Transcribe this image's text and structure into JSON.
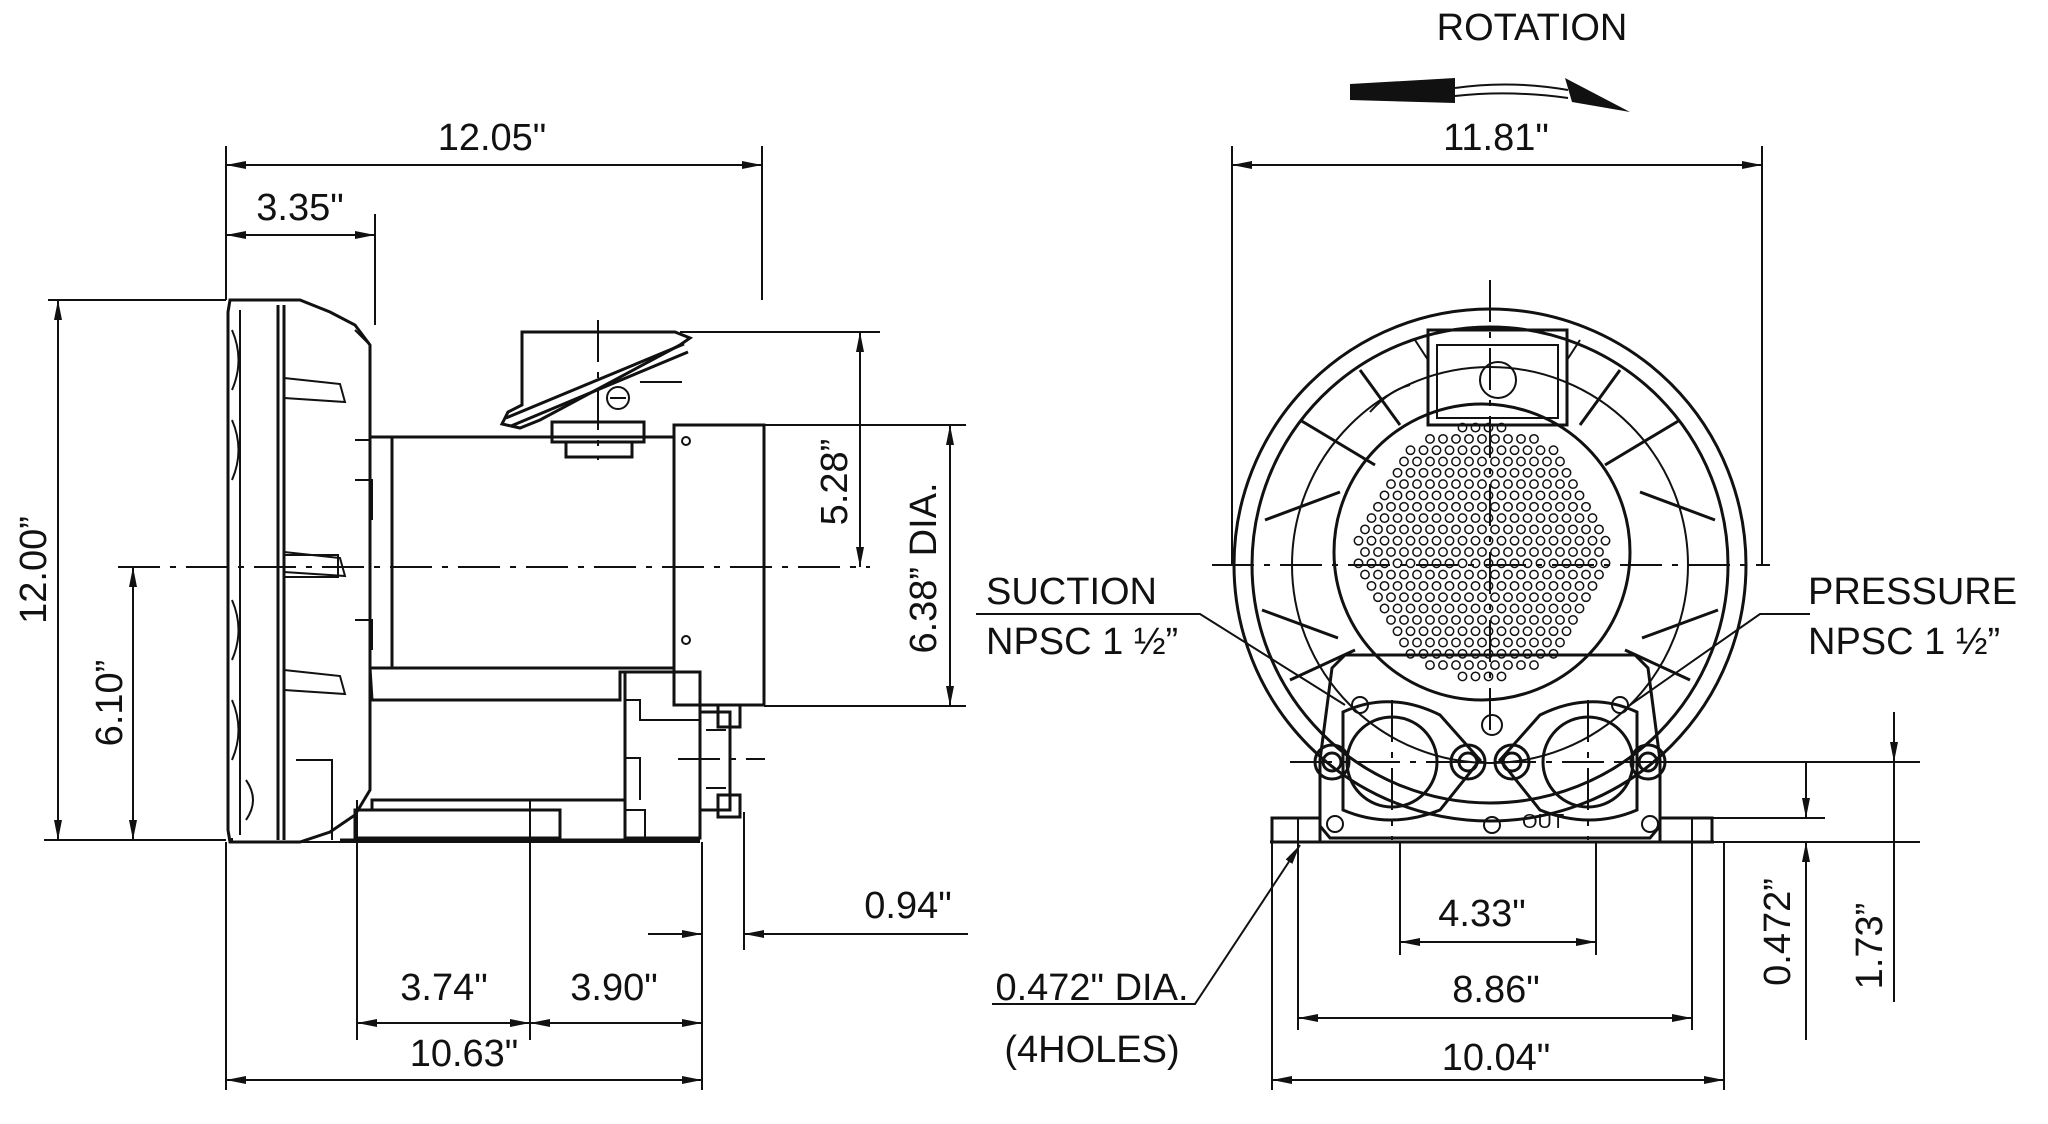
{
  "labels": {
    "rotation": "ROTATION",
    "suction_title": "SUCTION",
    "suction_thread": "NPSC 1 ½”",
    "pressure_title": "PRESSURE",
    "pressure_thread": "NPSC 1 ½”",
    "holes_dia": "0.472\" DIA.",
    "holes_count": "(4HOLES)",
    "motor_dia": "6.38” DIA."
  },
  "dimensions": {
    "overall_length": "12.05\"",
    "housing_depth": "3.35\"",
    "overall_height": "12.00”",
    "center_height": "6.10”",
    "terminal_box_height": "5.28”",
    "base_inner": "3.74\"",
    "base_rear": "3.90\"",
    "base_length": "10.63\"",
    "flange_offset": "0.94\"",
    "overall_width": "11.81\"",
    "port_spacing": "4.33\"",
    "hole_spacing": "8.86\"",
    "base_width": "10.04\"",
    "port_height": "1.73”",
    "foot_thickness": "0.472”"
  }
}
